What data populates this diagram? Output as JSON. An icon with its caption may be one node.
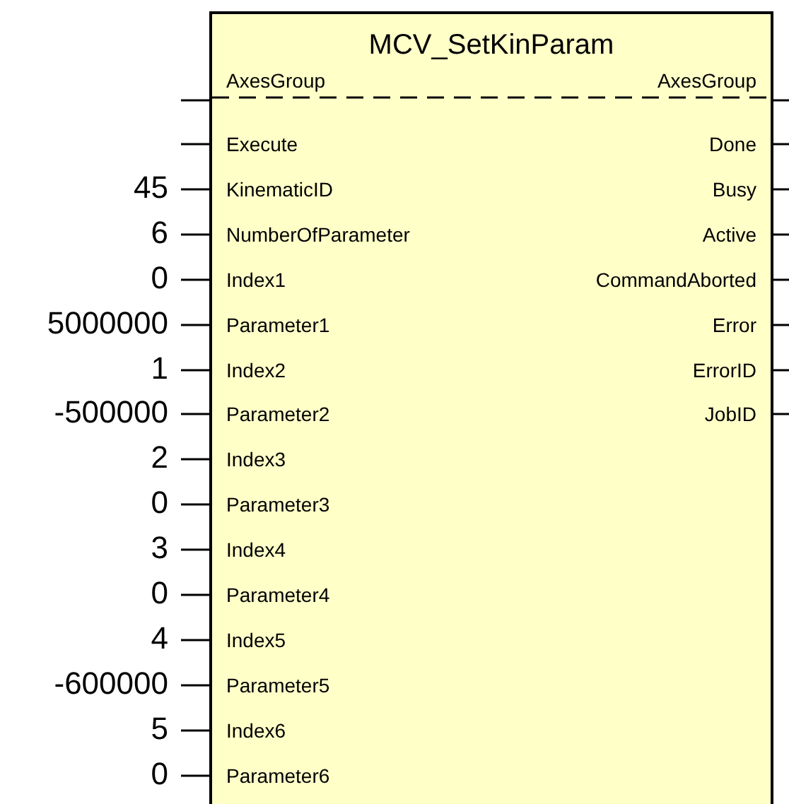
{
  "diagram": {
    "nodes": [
      {
        "text": [
          "MCV_SetKinParam"
        ]
      },
      {
        "text": [
          "AxesGroup"
        ],
        "in": 0
      },
      {
        "text": [
          "AxesGroup"
        ],
        "in": 0
      },
      {
        "text": [
          "Execute"
        ],
        "in": 0
      },
      {
        "text": [
          "KinematicID"
        ],
        "in": 0
      },
      {
        "text": [
          "NumberOfParameter"
        ],
        "in": 0
      },
      {
        "text": [
          "Index1"
        ],
        "in": 0
      },
      {
        "text": [
          "Parameter1"
        ],
        "in": 0
      },
      {
        "text": [
          "Index2"
        ],
        "in": 0
      },
      {
        "text": [
          "Parameter2"
        ],
        "in": 0
      },
      {
        "text": [
          "Index3"
        ],
        "in": 0
      },
      {
        "text": [
          "Parameter3"
        ],
        "in": 0
      },
      {
        "text": [
          "Index4"
        ],
        "in": 0
      },
      {
        "text": [
          "Parameter4"
        ],
        "in": 0
      },
      {
        "text": [
          "Index5"
        ],
        "in": 0
      },
      {
        "text": [
          "Parameter5"
        ],
        "in": 0
      },
      {
        "text": [
          "Index6"
        ],
        "in": 0
      },
      {
        "text": [
          "Parameter6"
        ],
        "in": 0
      },
      {
        "text": [
          "Done"
        ],
        "in": 0
      },
      {
        "text": [
          "Busy"
        ],
        "in": 0
      },
      {
        "text": [
          "Active"
        ],
        "in": 0
      },
      {
        "text": [
          "CommandAborted"
        ],
        "in": 0
      },
      {
        "text": [
          "Error"
        ],
        "in": 0
      },
      {
        "text": [
          "ErrorID"
        ],
        "in": 0
      },
      {
        "text": [
          "JobID"
        ],
        "in": 0
      },
      {
        "text": [
          "45"
        ]
      },
      {
        "text": [
          "6"
        ]
      },
      {
        "text": [
          "0"
        ]
      },
      {
        "text": [
          "5000000"
        ]
      },
      {
        "text": [
          "1"
        ]
      },
      {
        "text": [
          "-500000"
        ]
      },
      {
        "text": [
          "2"
        ]
      },
      {
        "text": [
          "0"
        ]
      },
      {
        "text": [
          "3"
        ]
      },
      {
        "text": [
          "0"
        ]
      },
      {
        "text": [
          "4"
        ]
      },
      {
        "text": [
          "-600000"
        ]
      },
      {
        "text": [
          "5"
        ]
      },
      {
        "text": [
          "0"
        ]
      }
    ],
    "edges": [
      {
        "from": null,
        "to": 1,
        "arrow": "none"
      },
      {
        "from": 1,
        "to": 2,
        "arrow": "none",
        "style": "dashed"
      },
      {
        "from": 2,
        "to": null,
        "arrow": "none"
      },
      {
        "from": null,
        "to": 3,
        "arrow": "none"
      },
      {
        "from": 25,
        "to": 4,
        "arrow": "none"
      },
      {
        "from": 26,
        "to": 5,
        "arrow": "none"
      },
      {
        "from": 27,
        "to": 6,
        "arrow": "none"
      },
      {
        "from": 28,
        "to": 7,
        "arrow": "none"
      },
      {
        "from": 29,
        "to": 8,
        "arrow": "none"
      },
      {
        "from": 30,
        "to": 9,
        "arrow": "none"
      },
      {
        "from": 31,
        "to": 10,
        "arrow": "none"
      },
      {
        "from": 32,
        "to": 11,
        "arrow": "none"
      },
      {
        "from": 33,
        "to": 12,
        "arrow": "none"
      },
      {
        "from": 34,
        "to": 13,
        "arrow": "none"
      },
      {
        "from": 35,
        "to": 14,
        "arrow": "none"
      },
      {
        "from": 36,
        "to": 15,
        "arrow": "none"
      },
      {
        "from": 37,
        "to": 16,
        "arrow": "none"
      },
      {
        "from": 38,
        "to": 17,
        "arrow": "none"
      },
      {
        "from": 18,
        "to": null,
        "arrow": "none"
      },
      {
        "from": 19,
        "to": null,
        "arrow": "none"
      },
      {
        "from": 20,
        "to": null,
        "arrow": "none"
      },
      {
        "from": 21,
        "to": null,
        "arrow": "none"
      },
      {
        "from": 22,
        "to": null,
        "arrow": "none"
      },
      {
        "from": 23,
        "to": null,
        "arrow": "none"
      },
      {
        "from": 24,
        "to": null,
        "arrow": "none"
      }
    ]
  }
}
